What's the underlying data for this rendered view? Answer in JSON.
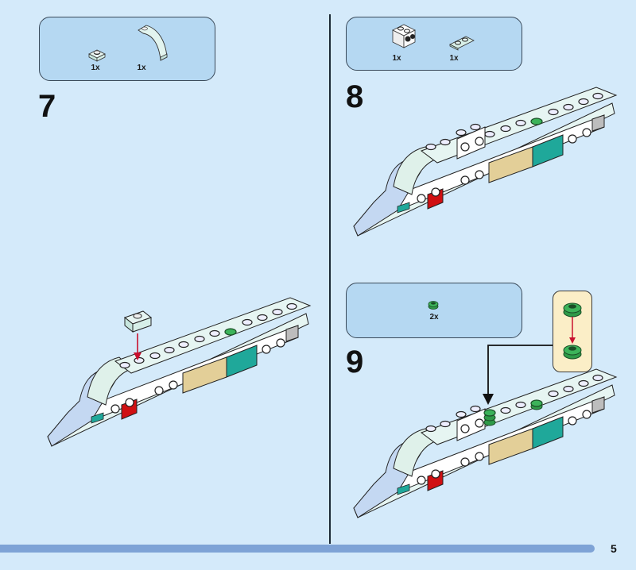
{
  "page": {
    "page_number": "5",
    "background_color": "#d4eafa",
    "footer_bar_color": "#7ea3d6"
  },
  "steps": [
    {
      "number": "7",
      "parts": [
        {
          "name": "plate-1x1-light-aqua",
          "quantity": "1x"
        },
        {
          "name": "slope-curved-light-aqua",
          "quantity": "1x"
        }
      ]
    },
    {
      "number": "8",
      "parts": [
        {
          "name": "brick-1x2-studs-on-side-white",
          "quantity": "1x"
        },
        {
          "name": "plate-1x2-light-aqua",
          "quantity": "1x"
        }
      ]
    },
    {
      "number": "9",
      "parts": [
        {
          "name": "round-plate-1x1-green",
          "quantity": "2x"
        }
      ]
    }
  ],
  "colors": {
    "parts_box": "#b5d8f2",
    "callout": "#fbeec7",
    "arrow_red": "#c8102e",
    "green_piece": "#3cb35a",
    "red_piece": "#d01012",
    "teal_piece": "#1fa89a",
    "tan_piece": "#e3cf98",
    "light_aqua": "#dff3ef",
    "light_blue": "#bcd4f0"
  }
}
